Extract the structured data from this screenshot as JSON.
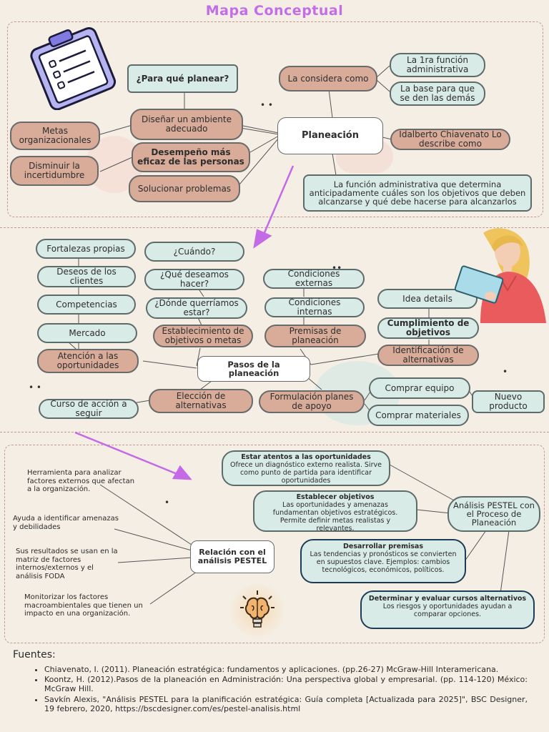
{
  "title": "Mapa Conceptual",
  "section1": {
    "center": "Planeación",
    "question": "¿Para qué planear?",
    "reasons": [
      "Diseñar un ambiente adecuado",
      "Desempeño más eficaz de las personas",
      "Solucionar problemas"
    ],
    "left_items": [
      "Metas organizacionales",
      "Disminuir la incertidumbre"
    ],
    "considers": "La considera como",
    "considers_items": [
      "La 1ra función administrativa",
      "La base para que se den las demás"
    ],
    "author": "Idalberto Chiavenato Lo describe como",
    "definition": "La función administrativa que determina anticipadamente cuáles son los objetivos que deben alcanzarse y qué debe hacerse para alcanzarlos"
  },
  "section2": {
    "center": "Pasos de la planeación",
    "left_col": [
      "Fortalezas propias",
      "Deseos de los clientes",
      "Competencias",
      "Mercado"
    ],
    "opportunities": "Atención a las oportunidades",
    "questions": [
      "¿Cuándo?",
      "¿Qué deseamos hacer?",
      "¿Dónde querríamos estar?"
    ],
    "objectives": "Establecimiento de objetivos o metas",
    "conditions": [
      "Condiciones externas",
      "Condiciones internas"
    ],
    "premises": "Premisas de planeación",
    "right_col": [
      "Idea details",
      "Cumplimiento de objetivos"
    ],
    "identification": "Identificación de alternativas",
    "choice": "Elección de alternativas",
    "course": "Curso de acción a seguir",
    "formulation": "Formulación planes de apoyo",
    "buy": [
      "Comprar equipo",
      "Comprar materiales"
    ],
    "new_product": "Nuevo producto"
  },
  "section3": {
    "center": "Relación con el análisis PESTEL",
    "left_notes": [
      "Herramienta para analizar factores externos que afectan a la organización.",
      "Ayuda a identificar amenazas y debilidades",
      "Sus resultados se usan en la matriz de factores internos/externos y el análisis FODA",
      "Monitorizar los factores macroambientales que tienen un impacto en una organización."
    ],
    "right_node": "Análisis PESTEL con el Proceso de Planeación",
    "bubbles": [
      {
        "title": "Estar atentos a las oportunidades",
        "text": "Ofrece un diagnóstico externo realista. Sirve como punto de partida para identificar oportunidades"
      },
      {
        "title": "Establecer objetivos",
        "text": "Las oportunidades y amenazas fundamentan objetivos estratégicos. Permite definir metas realistas y relevantes."
      },
      {
        "title": "Desarrollar premisas",
        "text": "Las tendencias y pronósticos se convierten en supuestos clave. Ejemplos: cambios tecnológicos, económicos, políticos."
      },
      {
        "title": "Determinar y evaluar cursos alternativos",
        "text": "Los riesgos y oportunidades ayudan a comparar opciones."
      }
    ]
  },
  "sources": {
    "heading": "Fuentes:",
    "items": [
      "Chiavenato, I. (2011). Planeación estratégica: fundamentos y aplicaciones. (pp.26-27) McGraw-Hill Interamericana.",
      "Koontz, H. (2012).Pasos de la planeación en Administración: Una perspectiva global y empresarial. (pp. 114-120) México: McGraw Hill.",
      "Savkín Alexis, \"Análisis PESTEL para la planificación estratégica: Guía completa [Actualizada para 2025]\", BSC Designer, 19 febrero, 2020, https://bscdesigner.com/es/pestel-analisis.html"
    ]
  }
}
